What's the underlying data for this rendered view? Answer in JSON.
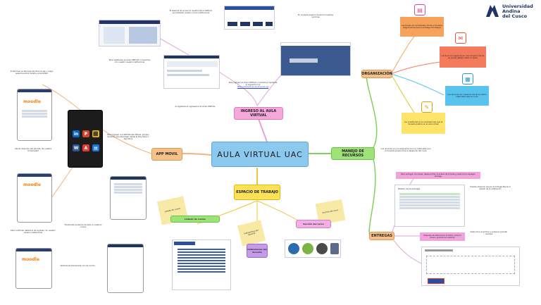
{
  "brand": {
    "line1": "Universidad",
    "line2": "Andina",
    "line3": "del Cusco"
  },
  "main_title": "AULA VIRTUAL UAC",
  "branches": {
    "ingreso": "INGRESO AL AULA VIRTUAL",
    "app": "APP MOVIL",
    "espacio": "ESPACIO DE TRABAJO",
    "manejo": "MANEJO DE RECURSOS",
    "organizacion": "ORGANIZACIÓN",
    "entregas": "ENTREGAS"
  },
  "notes": {
    "n1": "El sistema de acceso al nuestra AULA VIRTUAL es mediante nuestro correo institucional",
    "n2": "En la parte superior tenemos nuestras opciones",
    "n3": "Para registrarse al AULA VIRTUAL lo hacemos con nuestro usuario institucional",
    "n4": "Al registrarnos ingresamos al AULA VIRTUAL",
    "n5": "Para ingresar al AULA VIRTUAL lo hacemos mediante el siguiente link",
    "n5_link": "https://aulavirtual.uandina.edu.pe",
    "n6": "Al terminar la descarga abrimos la app y luego seleccionamos nuestra universidad",
    "n7": "Ubicar dirección del servidor de nuestra Universidad",
    "n8": "Para ingresar a la APP Moodle Mobile, primero tenemos que descargar desde la Play Store o App Store",
    "n9": "Para confirmar debemos de ingresar con nuestro usuario institucional",
    "n10": "Finalmente podemos acceder a nuestros cursos",
    "n11": "Ventana de bienvenida con los cursos",
    "n12": "Listado de cursos",
    "n13": "Indicaciones del docente",
    "n14": "Los recursos en una asignatura son los materiales que el docente proporciona el desarrollo del curso",
    "n15": "Para entregar una tarea, debes entrar al enlace de la tarea y seleccionar agregar entrega",
    "n16": "Estado de la entrega",
    "n17": "Puedes observar que en la entrega figura el estado de la calificación",
    "n18": "Después de seleccionar el botón, sube tu tarea y guarda los cambios",
    "n19": "Selecciona el archivo y pulsa en guardar cambios"
  },
  "cards": {
    "c1": "Las tareas son actividades donde el docente asigna fechas para la entrega de trabajos",
    "c2": "Los foros son espacios de comunicación donde se puede debatir sobre un tema",
    "c3": "Los recursos son espacios donde se suben materiales para el curso",
    "c4": "Los cuestionarios son evaluaciones que el docente publica en el aula virtual",
    "c5": "Sección del curso"
  },
  "app_labels": {
    "moodle": "moodle"
  },
  "colors": {
    "main": "#8cc9ef",
    "yellow": "#ffe15a",
    "orange": "#f7c28a",
    "pink": "#f6a8dd",
    "green": "#9ee27a",
    "violet": "#c59ae8",
    "brand_blue": "#1e3566"
  }
}
